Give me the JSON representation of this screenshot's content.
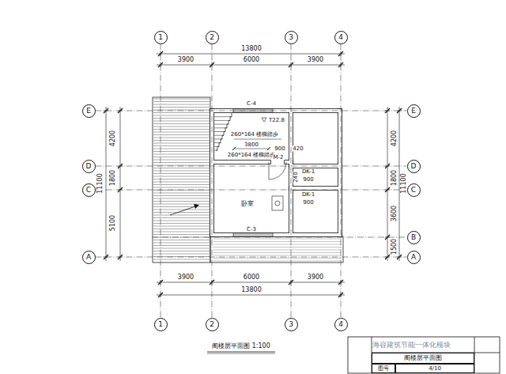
{
  "diagram": {
    "nodes": [
      {
        "text": [
          "1"
        ]
      },
      {
        "text": [
          "2"
        ]
      },
      {
        "text": [
          "3"
        ]
      },
      {
        "text": [
          "4"
        ]
      },
      {
        "text": [
          "E"
        ]
      },
      {
        "text": [
          "E"
        ]
      },
      {
        "text": [
          "D"
        ]
      },
      {
        "text": [
          "D"
        ]
      },
      {
        "text": [
          "C"
        ]
      },
      {
        "text": [
          "C"
        ]
      },
      {
        "text": [
          "B"
        ]
      },
      {
        "text": [
          "A"
        ]
      },
      {
        "text": [
          "A"
        ]
      },
      {
        "text": [
          "1"
        ]
      },
      {
        "text": [
          "2"
        ]
      },
      {
        "text": [
          "3"
        ]
      },
      {
        "text": [
          "4"
        ]
      },
      {
        "text": [
          "阁楼层平面图"
        ]
      },
      {
        "text": [
          "图号"
        ]
      },
      {
        "text": [
          "4/10"
        ]
      }
    ],
    "edges": [
      {
        "from": 0,
        "to": 13,
        "arrow": "none"
      },
      {
        "from": 1,
        "to": 14,
        "arrow": "none"
      },
      {
        "from": 2,
        "to": 15,
        "arrow": "none"
      },
      {
        "from": 3,
        "to": 16,
        "arrow": "none"
      },
      {
        "from": 4,
        "to": 5,
        "arrow": "none"
      },
      {
        "from": 6,
        "to": 7,
        "arrow": "none"
      },
      {
        "from": 8,
        "to": 9,
        "arrow": "none"
      },
      {
        "from": 11,
        "to": 12,
        "arrow": "none"
      }
    ],
    "labels": [
      "13800",
      "3900",
      "6000",
      "3900",
      "4200",
      "1800",
      "5100",
      "11100",
      "4200",
      "1800",
      "3600",
      "1500",
      "11100",
      "3900",
      "6000",
      "3900",
      "13800",
      "C-4",
      "T22.8",
      "260*164 楼梯踏步",
      "3800",
      "260*164 楼梯踏步",
      "900",
      "420",
      "M-2",
      "240",
      "DK-1",
      "900",
      "DK-1",
      "900",
      "卧室",
      "C-3",
      "阁楼层平面图 1:100",
      "海容建筑节能一体化模块"
    ]
  }
}
